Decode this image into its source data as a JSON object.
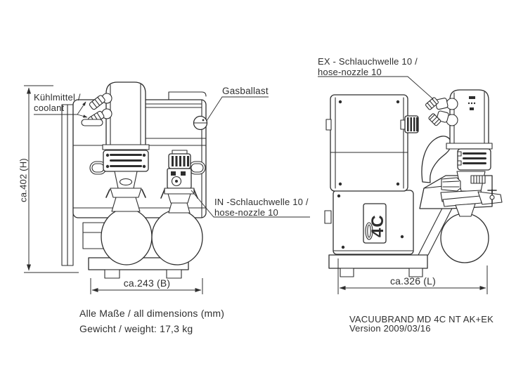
{
  "labels": {
    "coolant": {
      "line1": "Kühlmittel /",
      "line2": "coolant"
    },
    "gasballast": "Gasballast",
    "ex_port": {
      "line1": "EX - Schlauchwelle 10 /",
      "line2": "hose-nozzle 10"
    },
    "in_port": {
      "line1": "IN -Schlauchwelle 10 /",
      "line2": "hose-nozzle 10"
    }
  },
  "dimensions": {
    "height": "ca.402 (H)",
    "width": "ca.243 (B)",
    "length": "ca.326 (L)"
  },
  "notes": {
    "dimensions_note": "Alle Maße / all dimensions (mm)",
    "weight_note": "Gewicht / weight: 17,3 kg"
  },
  "footer": {
    "model": "VACUUBRAND MD 4C NT AK+EK",
    "version": "Version 2009/03/16"
  },
  "drawing": {
    "badge": "4C"
  },
  "colors": {
    "line": "#2e2e2e",
    "background": "#ffffff",
    "text": "#2f2f2f"
  }
}
